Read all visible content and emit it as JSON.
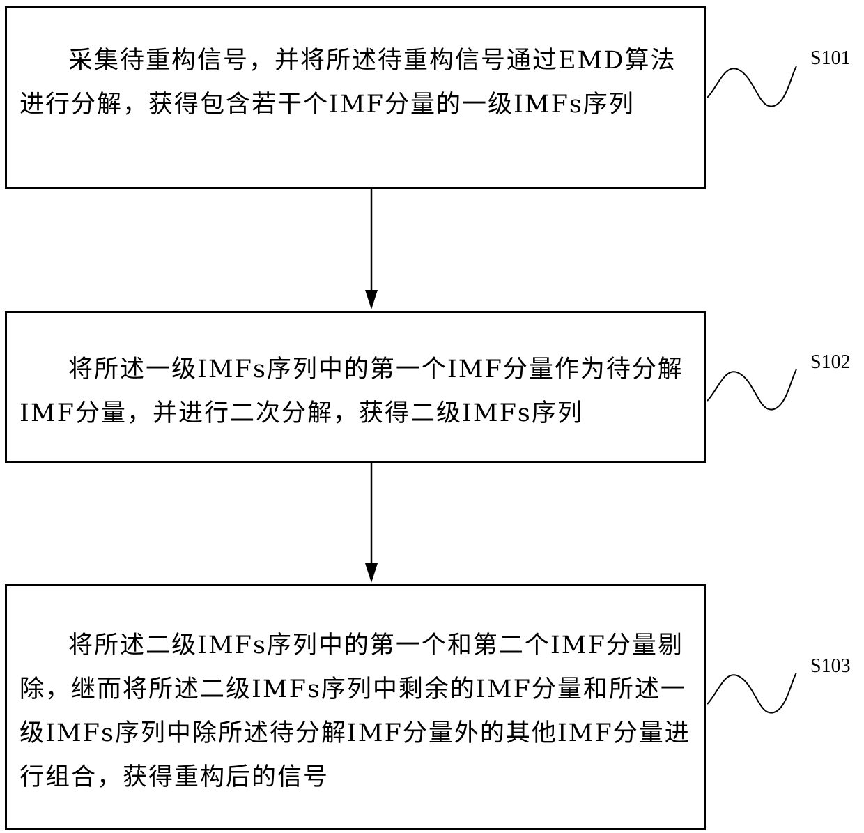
{
  "steps": [
    {
      "id": "S101",
      "text": "采集待重构信号，并将所述待重构信号通过EMD算法进行分解，获得包含若干个IMF分量的一级IMFs序列"
    },
    {
      "id": "S102",
      "text": "将所述一级IMFs序列中的第一个IMF分量作为待分解IMF分量，并进行二次分解，获得二级IMFs序列"
    },
    {
      "id": "S103",
      "text": "将所述二级IMFs序列中的第一个和第二个IMF分量剔除，继而将所述二级IMFs序列中剩余的IMF分量和所述一级IMFs序列中除所述待分解IMF分量外的其他IMF分量进行组合，获得重构后的信号"
    }
  ],
  "colors": {
    "line": "#000000",
    "background": "#ffffff"
  }
}
